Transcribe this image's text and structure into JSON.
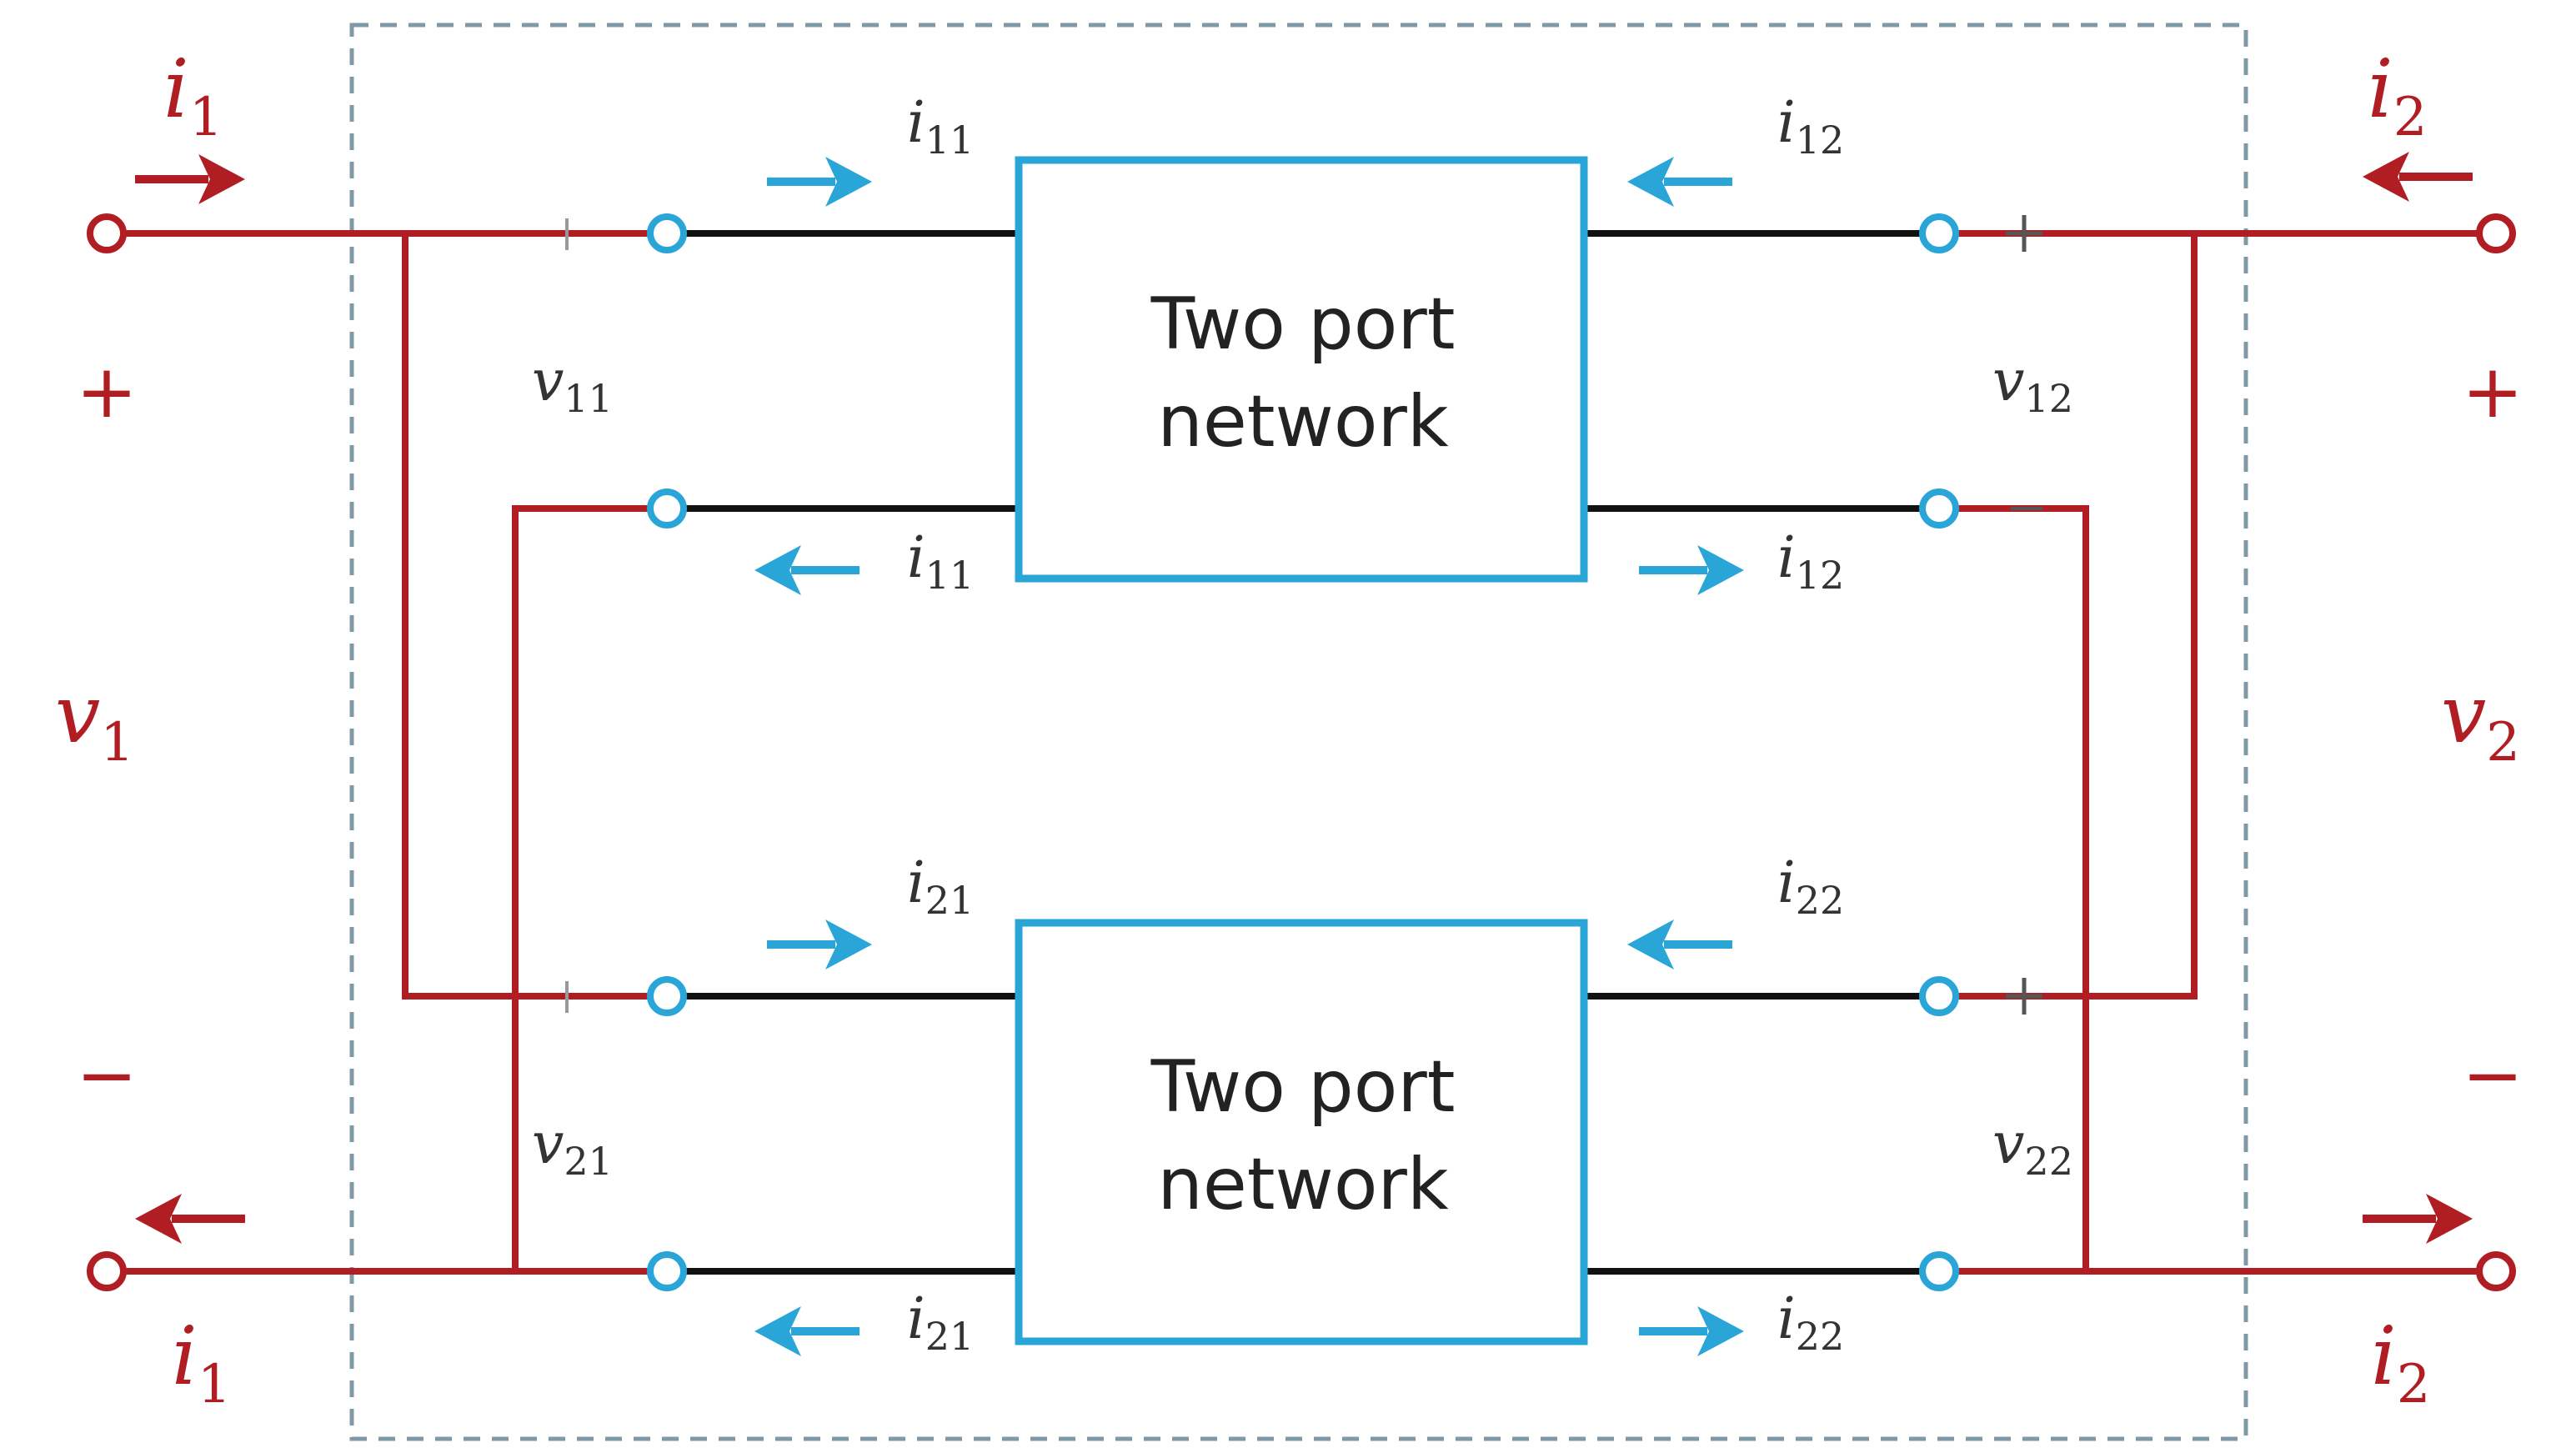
{
  "networks": [
    {
      "line1": "Two port",
      "line2": "network"
    },
    {
      "line1": "Two port",
      "line2": "network"
    }
  ],
  "outer_labels": {
    "i1": "i",
    "i1_sub": "1",
    "i2": "i",
    "i2_sub": "2",
    "v1": "v",
    "v1_sub": "1",
    "v2": "v",
    "v2_sub": "2",
    "plus": "+",
    "minus": "−"
  },
  "inner_labels": {
    "i": "i",
    "v": "v",
    "i11": "11",
    "i12": "12",
    "i21": "21",
    "i22": "22",
    "v11": "11",
    "v12": "12",
    "v21": "21",
    "v22": "22"
  },
  "colors": {
    "red_wire": "#b01e24",
    "blue_box": "#2aa5d8",
    "black_wire": "#111111",
    "enclosure": "#7f9aa6"
  }
}
